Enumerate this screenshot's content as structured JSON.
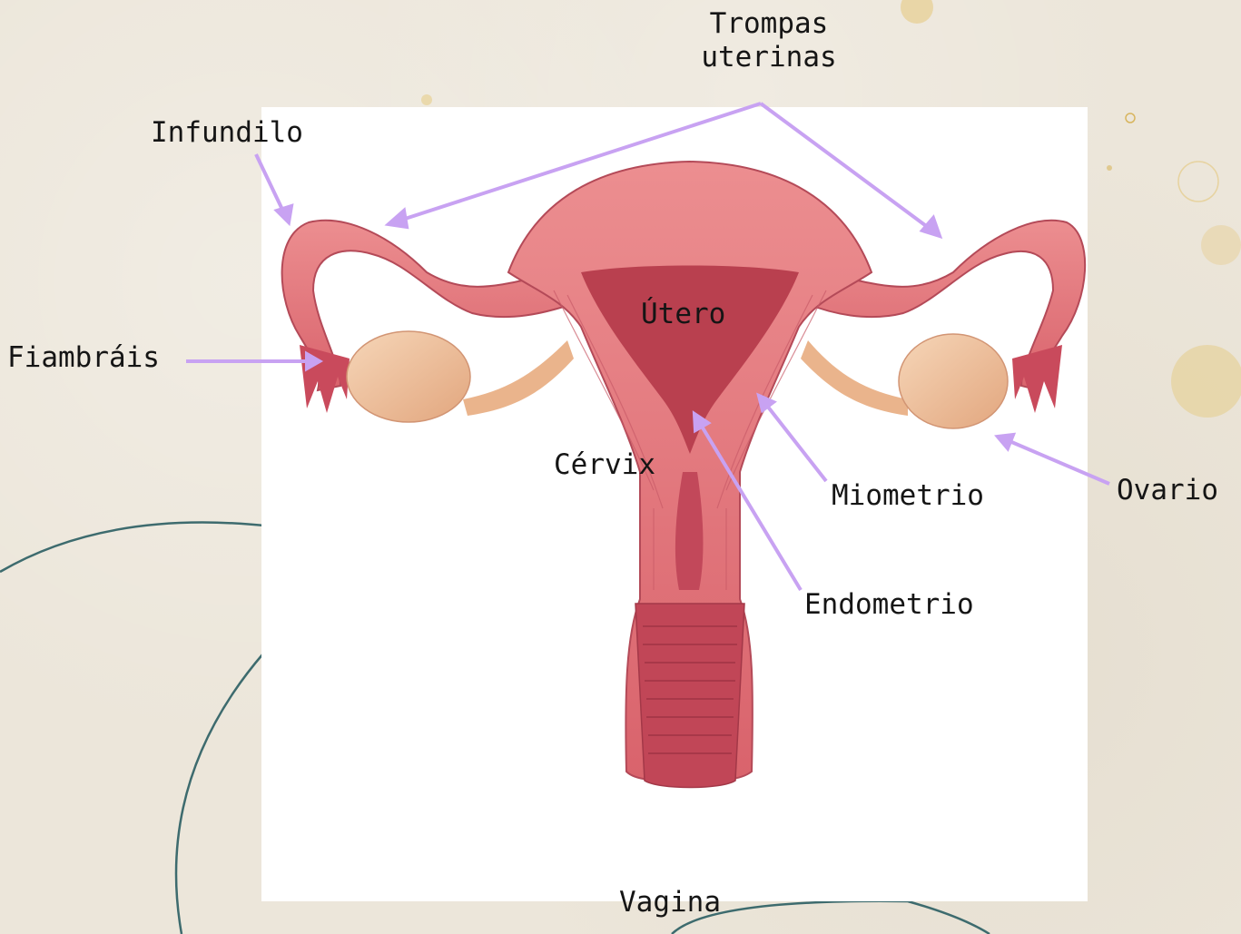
{
  "labels": {
    "trompas": "Trompas\nuterinas",
    "infundilo": "Infundilo",
    "fiambrais": "Fiambráis",
    "utero": "Útero",
    "cervix": "Cérvix",
    "miometrio": "Miometrio",
    "ovario": "Ovario",
    "endometrio": "Endometrio",
    "vagina": "Vagina"
  },
  "colors": {
    "background": "#ece6da",
    "arrow": "#c8a2f2",
    "tissue": "#e2767c",
    "tissue_dark": "#b83c50",
    "ovary": "#efc4a0",
    "decor_line": "#3d6b6e",
    "splash": "#e5c77a"
  }
}
